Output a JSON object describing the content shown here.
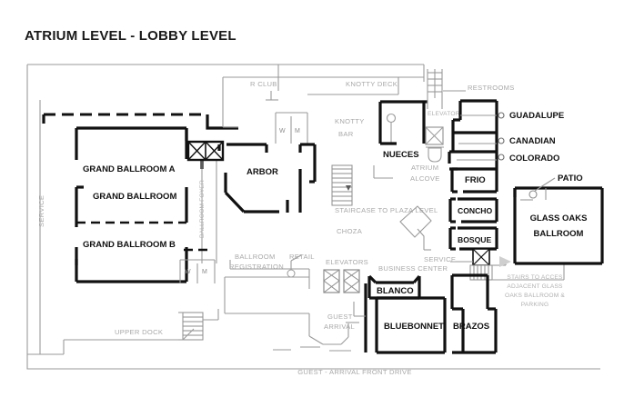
{
  "page": {
    "title": "ATRIUM LEVEL - LOBBY LEVEL",
    "background": "#ffffff",
    "wall_color": "#111111",
    "secondary_color": "#9a9a9a",
    "label_gray": "#a9a9a9"
  },
  "rooms": {
    "grand_ballroom_a": "GRAND BALLROOM A",
    "grand_ballroom": "GRAND BALLROOM",
    "grand_ballroom_b": "GRAND BALLROOM B",
    "arbor": "ARBOR",
    "nueces": "NUECES",
    "guadalupe": "GUADALUPE",
    "canadian": "CANADIAN",
    "colorado": "COLORADO",
    "frio": "FRIO",
    "concho": "CONCHO",
    "bosque": "BOSQUE",
    "patio": "PATIO",
    "glass_oaks_ballroom_line1": "GLASS OAKS",
    "glass_oaks_ballroom_line2": "BALLROOM",
    "blanco": "BLANCO",
    "bluebonnet": "BLUEBONNET",
    "brazos": "BRAZOS"
  },
  "areas": {
    "service_left": "SERVICE",
    "ballroom_foyer": "BALLROOM FOYER",
    "r_club": "R CLUB",
    "knotty_deck": "KNOTTY DECK",
    "knotty_bar_line1": "KNOTTY",
    "knotty_bar_line2": "BAR",
    "restrooms": "RESTROOMS",
    "elevator": "ELEVATOR",
    "elevators_foyer": "ELEVATORS",
    "atrium_alcove_line1": "ATRIUM",
    "atrium_alcove_line2": "ALCOVE",
    "staircase_to_plaza_level": "STAIRCASE TO PLAZA LEVEL",
    "choza": "CHOZA",
    "business_center": "BUSINESS CENTER",
    "service_center": "SERVICE",
    "ballroom_registration_line1": "BALLROOM",
    "ballroom_registration_line2": "REGISTRATION",
    "retail": "RETAIL",
    "guest_arrival_line1": "GUEST",
    "guest_arrival_line2": "ARRIVAL",
    "upper_dock": "UPPER DOCK",
    "guest_arrival_front_drive": "GUEST - ARRIVAL FRONT DRIVE"
  },
  "restroom_marks": {
    "women": "W",
    "men": "M"
  },
  "annotations": {
    "stairs_note_line1": "STAIRS TO ACCES",
    "stairs_note_line2": "ADJACENT GLASS",
    "stairs_note_line3": "OAKS BALLROOM &",
    "stairs_note_line4": "PARKING"
  }
}
